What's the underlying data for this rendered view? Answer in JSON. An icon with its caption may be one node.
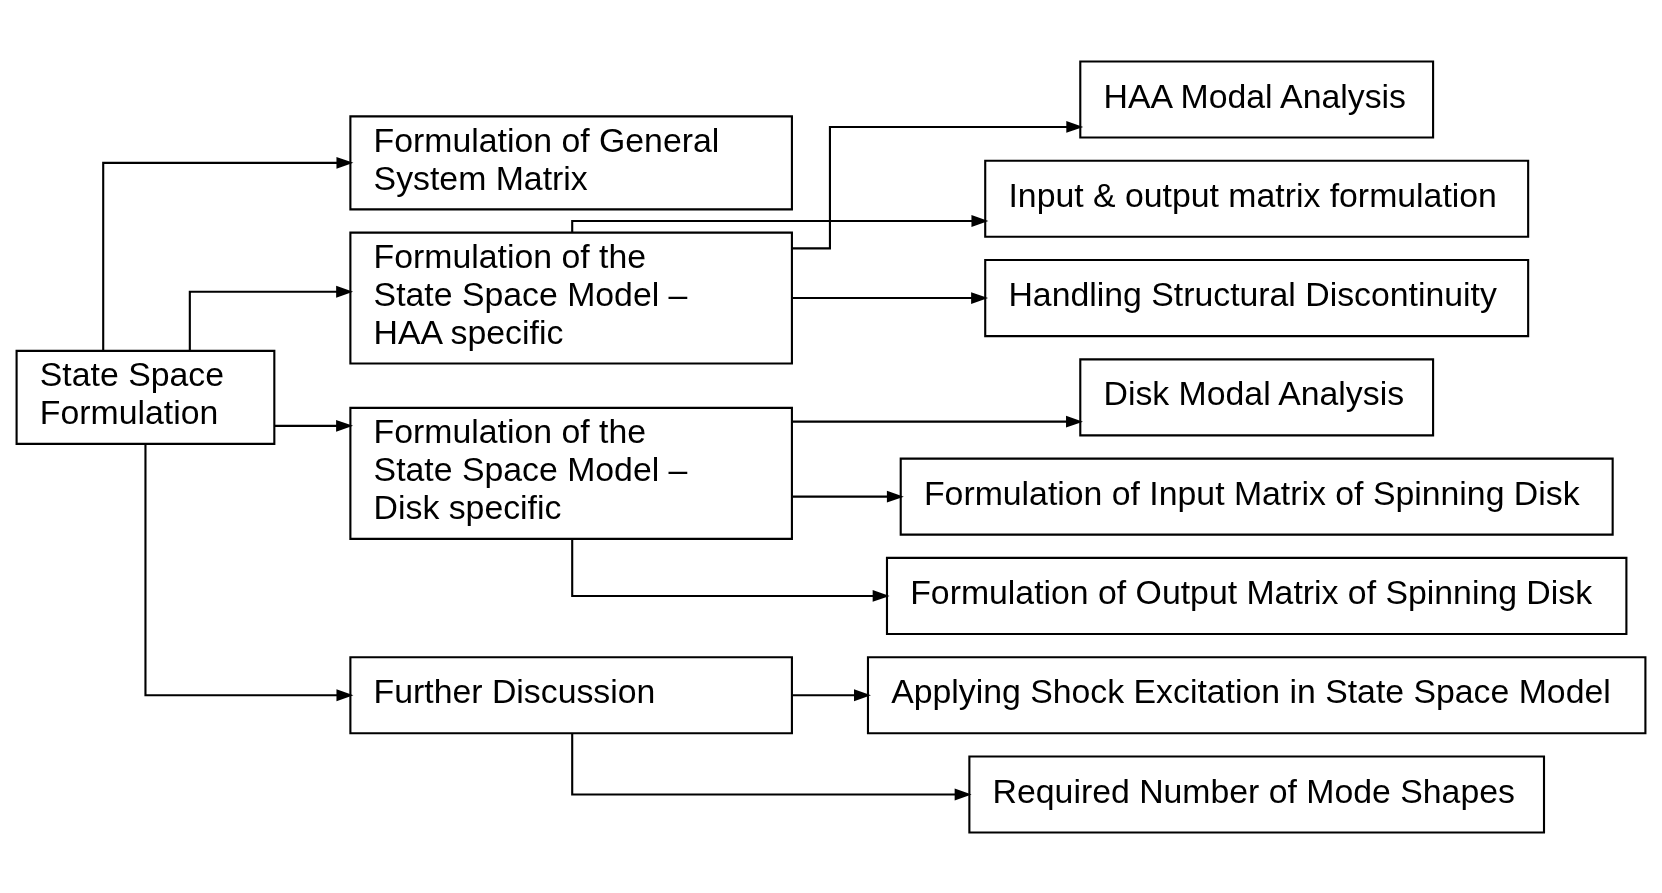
{
  "diagram": {
    "nodes": [
      {
        "text": [
          "State Space Formulation"
        ]
      },
      {
        "text": [
          "Formulation of General System Matrix"
        ]
      },
      {
        "text": [
          "Formulation of the State Space Model – HAA specific"
        ]
      },
      {
        "text": [
          "Formulation of the State Space Model – Disk specific"
        ]
      },
      {
        "text": [
          "Further Discussion"
        ]
      },
      {
        "text": [
          "HAA Modal Analysis"
        ]
      },
      {
        "text": [
          "Input & output matrix formulation"
        ]
      },
      {
        "text": [
          "Handling Structural Discontinuity"
        ]
      },
      {
        "text": [
          "Disk Modal Analysis"
        ]
      },
      {
        "text": [
          "Formulation of Input Matrix of Spinning Disk"
        ]
      },
      {
        "text": [
          "Formulation of Output Matrix of Spinning Disk"
        ]
      },
      {
        "text": [
          "Applying Shock Excitation in State Space Model"
        ]
      },
      {
        "text": [
          "Required Number of Mode Shapes"
        ]
      }
    ],
    "edges": [
      {
        "from": 0,
        "to": 1,
        "arrow": "to"
      },
      {
        "from": 0,
        "to": 2,
        "arrow": "to"
      },
      {
        "from": 0,
        "to": 3,
        "arrow": "to"
      },
      {
        "from": 0,
        "to": 4,
        "arrow": "to"
      },
      {
        "from": 2,
        "to": 5,
        "arrow": "to"
      },
      {
        "from": 2,
        "to": 6,
        "arrow": "to"
      },
      {
        "from": 2,
        "to": 7,
        "arrow": "to"
      },
      {
        "from": 3,
        "to": 8,
        "arrow": "to"
      },
      {
        "from": 3,
        "to": 9,
        "arrow": "to"
      },
      {
        "from": 3,
        "to": 10,
        "arrow": "to"
      },
      {
        "from": 4,
        "to": 11,
        "arrow": "to"
      },
      {
        "from": 4,
        "to": 12,
        "arrow": "to"
      }
    ]
  }
}
